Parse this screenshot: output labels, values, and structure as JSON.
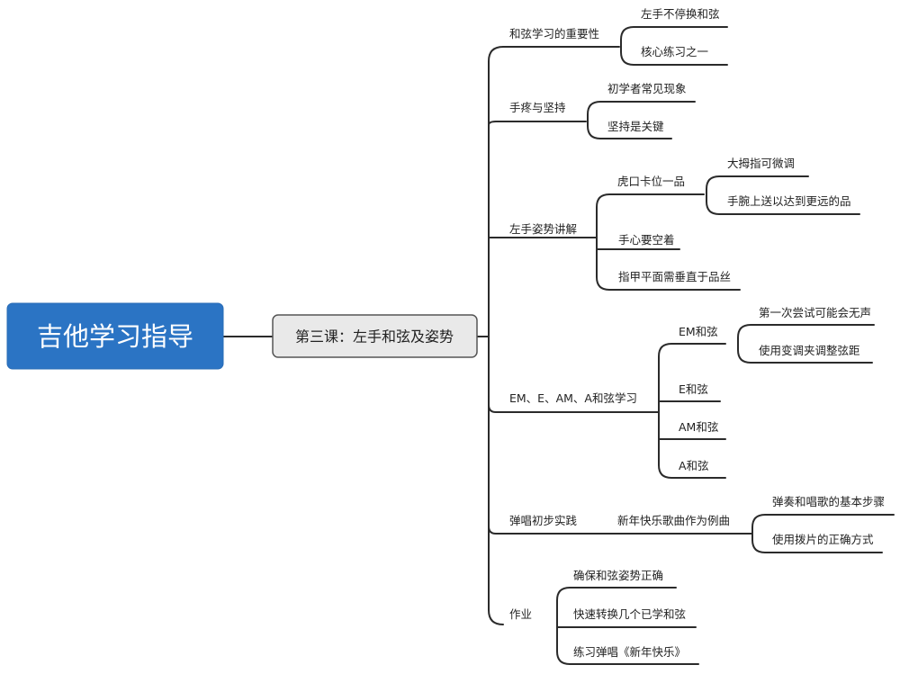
{
  "root": "吉他学习指导",
  "lesson": "第三课：左手和弦及姿势",
  "branches": [
    {
      "label": "和弦学习的重要性",
      "children": [
        "左手不停换和弦",
        "核心练习之一"
      ]
    },
    {
      "label": "手疼与坚持",
      "children": [
        "初学者常见现象",
        "坚持是关键"
      ]
    },
    {
      "label": "左手姿势讲解",
      "children": [
        {
          "label": "虎口卡位一品",
          "children": [
            "大拇指可微调",
            "手腕上送以达到更远的品"
          ]
        },
        "手心要空着",
        "指甲平面需垂直于品丝"
      ]
    },
    {
      "label": "EM、E、AM、A和弦学习",
      "children": [
        {
          "label": "EM和弦",
          "children": [
            "第一次尝试可能会无声",
            "使用变调夹调整弦距"
          ]
        },
        "E和弦",
        "AM和弦",
        "A和弦"
      ]
    },
    {
      "label": "弹唱初步实践",
      "children": [
        {
          "label": "新年快乐歌曲作为例曲",
          "children": [
            "弹奏和唱歌的基本步骤",
            "使用拨片的正确方式"
          ]
        }
      ]
    },
    {
      "label": "作业",
      "children": [
        "确保和弦姿势正确",
        "快速转换几个已学和弦",
        "练习弹唱《新年快乐》"
      ]
    }
  ]
}
